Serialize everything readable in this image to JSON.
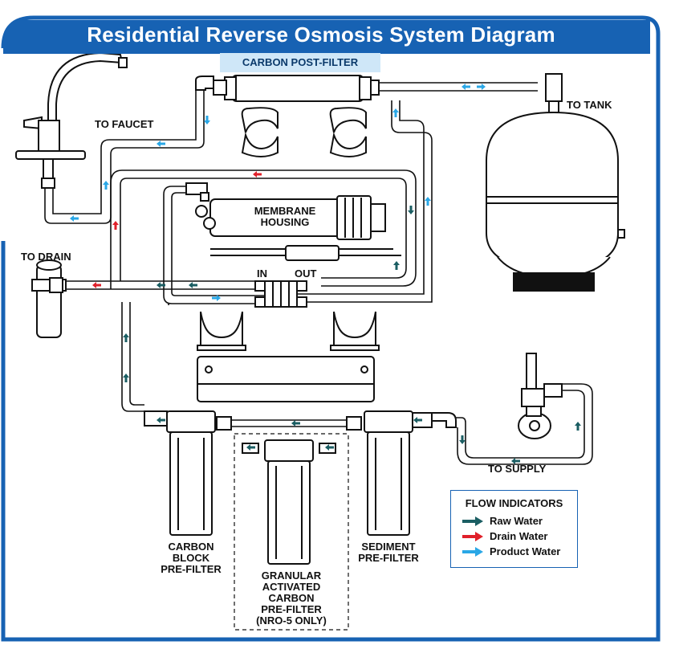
{
  "title": "Residential Reverse Osmosis System Diagram",
  "labels": {
    "carbon_post_filter": "CARBON POST-FILTER",
    "to_faucet": "TO FAUCET",
    "to_tank": "TO TANK",
    "to_drain": "TO DRAIN",
    "membrane_housing_line1": "MEMBRANE",
    "membrane_housing_line2": "HOUSING",
    "in": "IN",
    "out": "OUT",
    "to_supply": "TO SUPPLY",
    "carbon_block_line1": "CARBON",
    "carbon_block_line2": "BLOCK",
    "carbon_block_line3": "PRE-FILTER",
    "granular_line1": "GRANULAR",
    "granular_line2": "ACTIVATED",
    "granular_line3": "CARBON",
    "granular_line4": "PRE-FILTER",
    "granular_line5": "(NRO-5 ONLY)",
    "sediment_line1": "SEDIMENT",
    "sediment_line2": "PRE-FILTER"
  },
  "legend": {
    "title": "FLOW INDICATORS",
    "items": [
      {
        "label": "Raw Water",
        "color": "#1b5e63"
      },
      {
        "label": "Drain Water",
        "color": "#e0202a"
      },
      {
        "label": "Product Water",
        "color": "#2aa7e6"
      }
    ]
  },
  "colors": {
    "frame": "#1762b3",
    "raw": "#1b5e63",
    "drain": "#e0202a",
    "product": "#2aa7e6"
  }
}
